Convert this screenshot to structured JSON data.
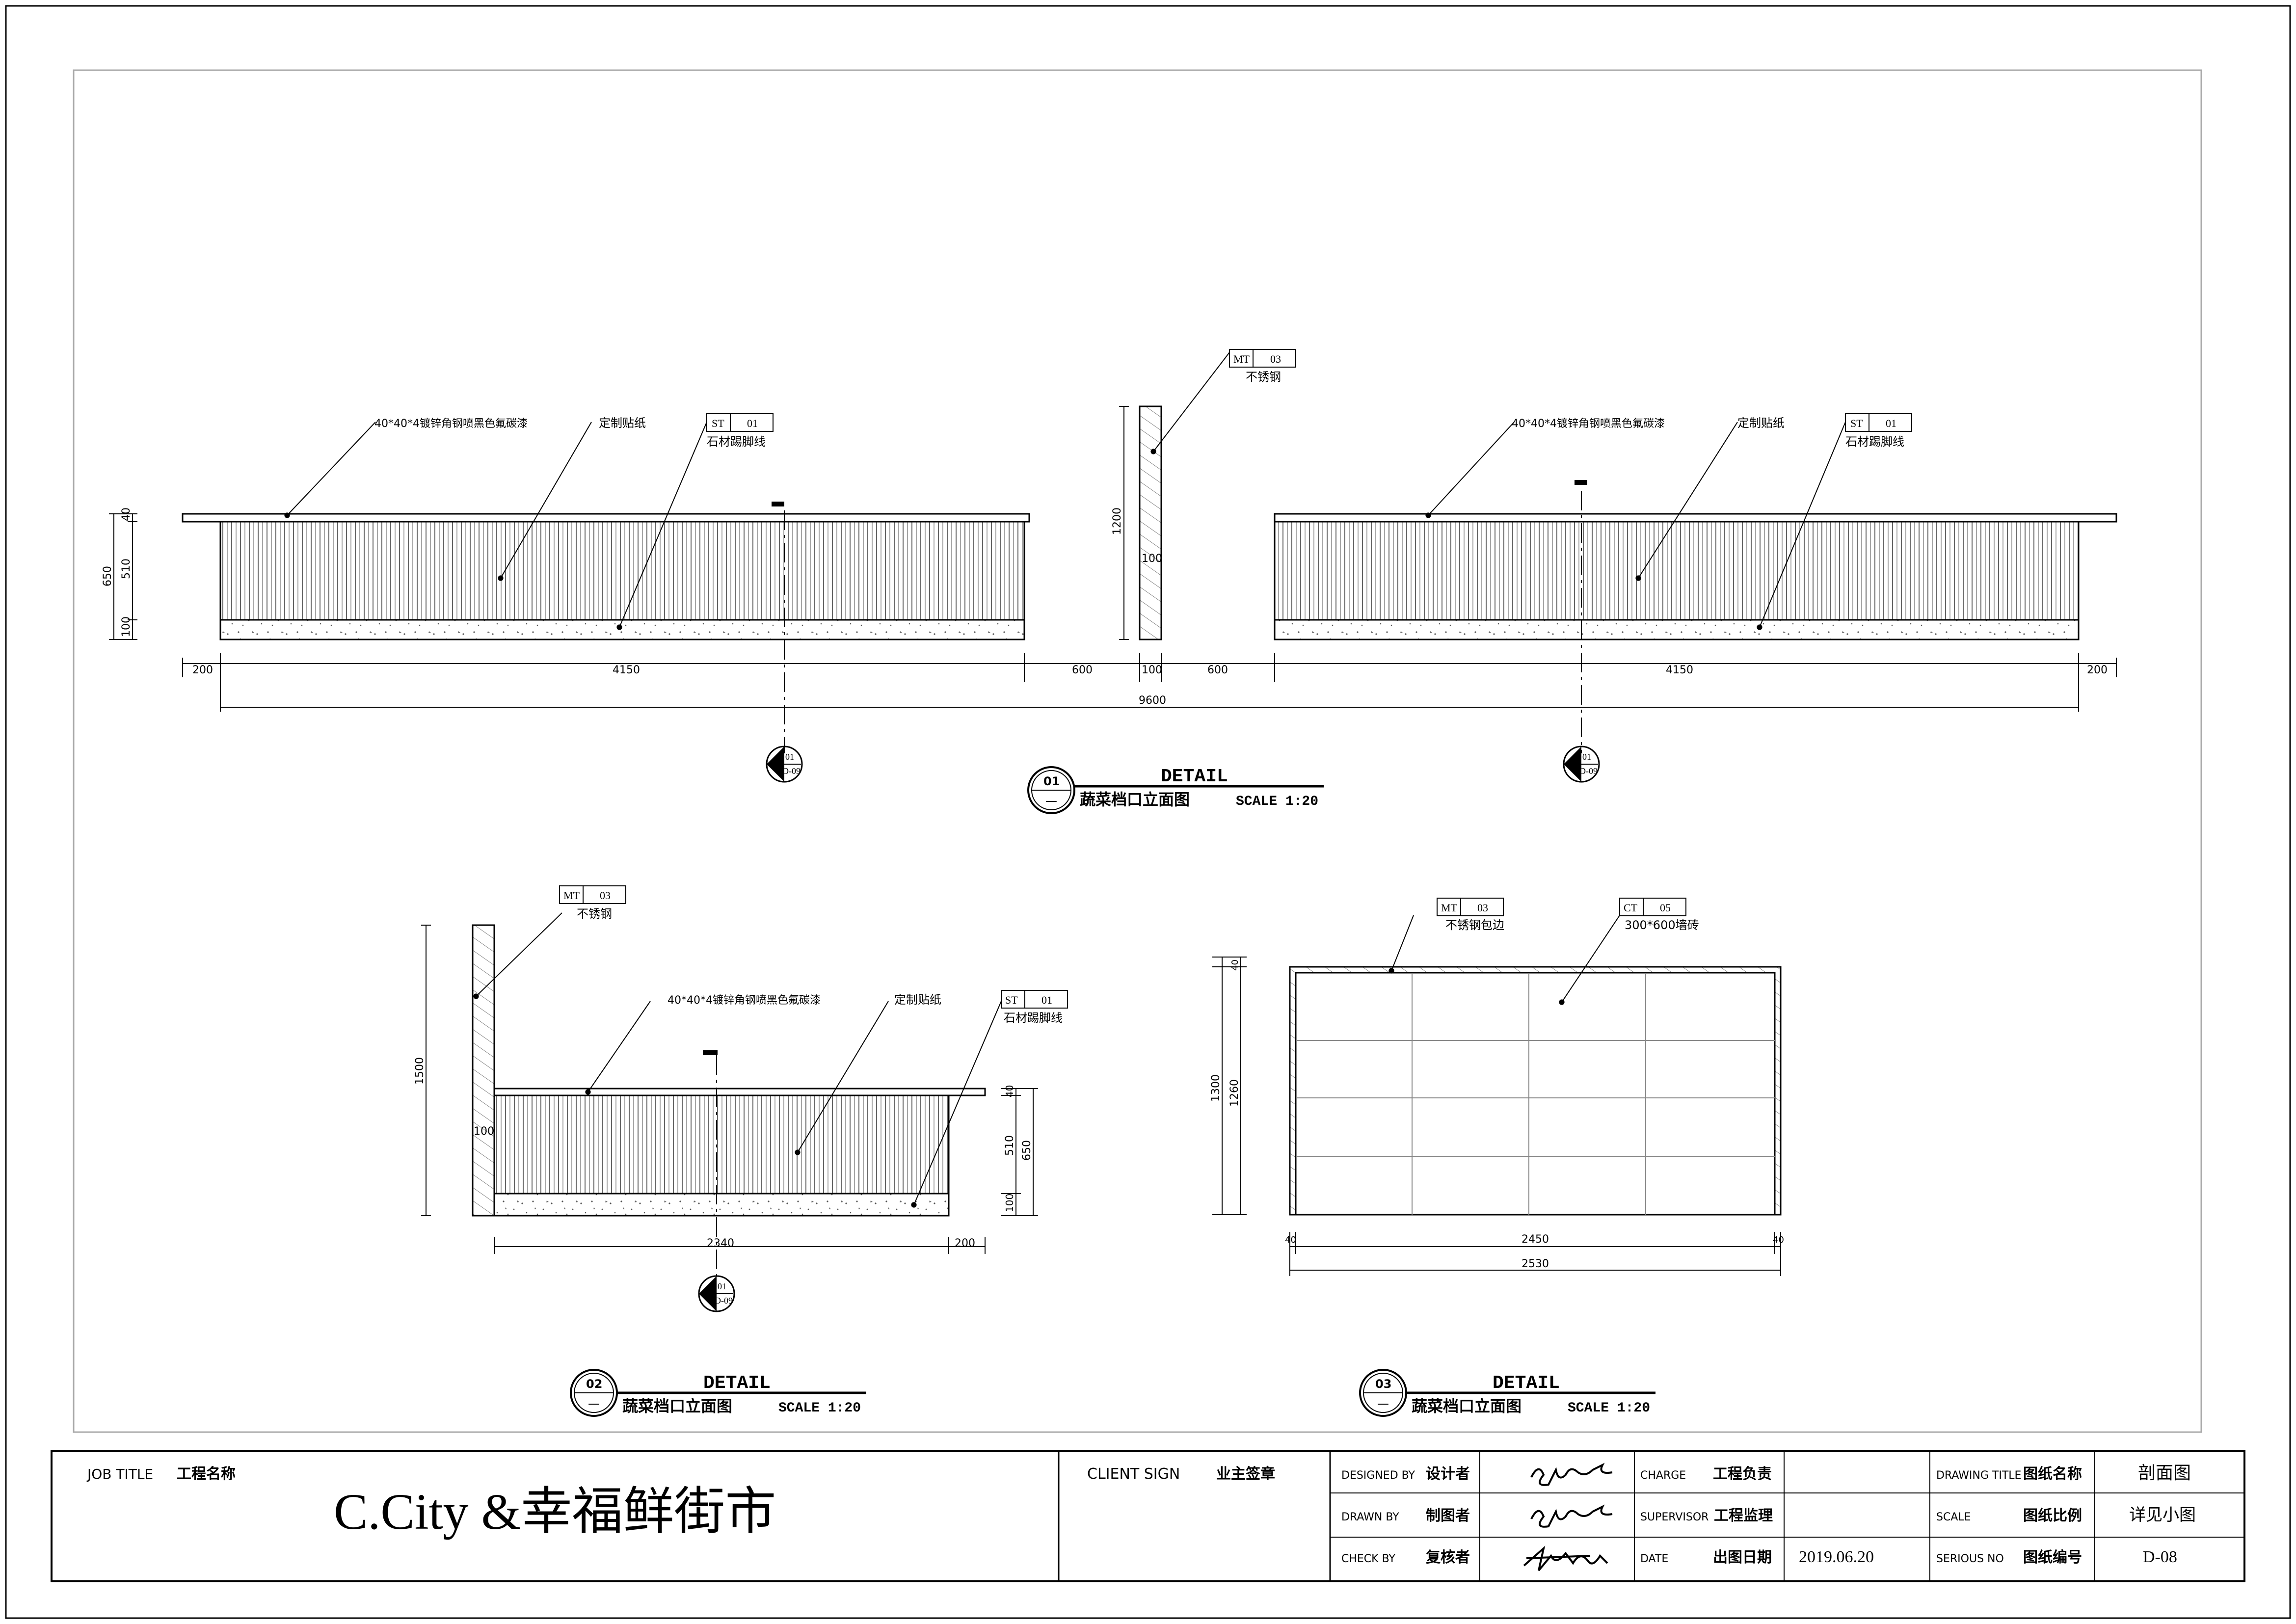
{
  "drawing": {
    "details": [
      {
        "number": "01",
        "sub": "—",
        "heading": "DETAIL",
        "name": "蔬菜档口立面图",
        "scale": "SCALE 1:20"
      },
      {
        "number": "02",
        "sub": "—",
        "heading": "DETAIL",
        "name": "蔬菜档口立面图",
        "scale": "SCALE 1:20"
      },
      {
        "number": "03",
        "sub": "—",
        "heading": "DETAIL",
        "name": "蔬菜档口立面图",
        "scale": "SCALE 1:20"
      }
    ],
    "callouts": {
      "angle_steel": "40*40*4镀锌角钢喷黑色氟碳漆",
      "custom_sticker": "定制贴纸",
      "stone_skirting": "石材踢脚线",
      "stainless": "不锈钢",
      "stainless_edge": "不锈钢包边",
      "wall_tile": "300*600墙砖"
    },
    "material_tags": {
      "st": {
        "code": "ST",
        "num": "01"
      },
      "mt": {
        "code": "MT",
        "num": "03"
      },
      "ct": {
        "code": "CT",
        "num": "05"
      }
    },
    "section_marks": {
      "num": "01",
      "sheet": "D-09"
    },
    "dims": {
      "d200": "200",
      "d4150": "4150",
      "d600": "600",
      "d100": "100",
      "d9600": "9600",
      "d650": "650",
      "d510": "510",
      "d40": "40",
      "d1200": "1200",
      "d1500": "1500",
      "d2340": "2340",
      "d1300": "1300",
      "d1260": "1260",
      "d2450": "2450",
      "d2530": "2530"
    }
  },
  "title_block": {
    "job_title_label": "JOB TITLE",
    "job_title_cn": "工程名称",
    "project_name": "C.City &幸福鲜街市",
    "client_sign_label": "CLIENT SIGN",
    "client_sign_cn": "业主签章",
    "designed_by_label": "DESIGNED BY",
    "designed_by_cn": "设计者",
    "drawn_by_label": "DRAWN BY",
    "drawn_by_cn": "制图者",
    "check_by_label": "CHECK BY",
    "check_by_cn": "复核者",
    "charge_label": "CHARGE",
    "charge_cn": "工程负责",
    "supervisor_label": "SUPERVISOR",
    "supervisor_cn": "工程监理",
    "date_label": "DATE",
    "date_cn": "出图日期",
    "date_value": "2019.06.20",
    "drawing_title_label": "DRAWING TITLE",
    "drawing_title_cn": "图纸名称",
    "drawing_title_value": "剖面图",
    "scale_label": "SCALE",
    "scale_cn": "图纸比例",
    "scale_value": "详见小图",
    "serious_no_label": "SERIOUS NO",
    "serious_no_cn": "图纸编号",
    "serious_no_value": "D-08"
  }
}
